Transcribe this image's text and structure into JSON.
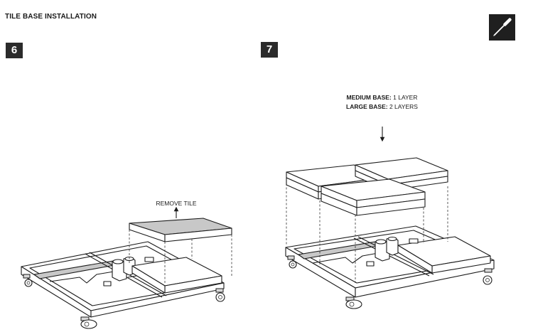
{
  "header": {
    "title": "TILE BASE INSTALLATION"
  },
  "steps": [
    {
      "number": "6"
    },
    {
      "number": "7"
    }
  ],
  "tool_icon": {
    "name": "screwdriver-icon"
  },
  "step6": {
    "note": "REMOVE TILE"
  },
  "step7": {
    "medium_label": "MEDIUM BASE:",
    "medium_value": " 1 LAYER",
    "large_label": "LARGE BASE:",
    "large_value": " 2 LAYERS"
  }
}
